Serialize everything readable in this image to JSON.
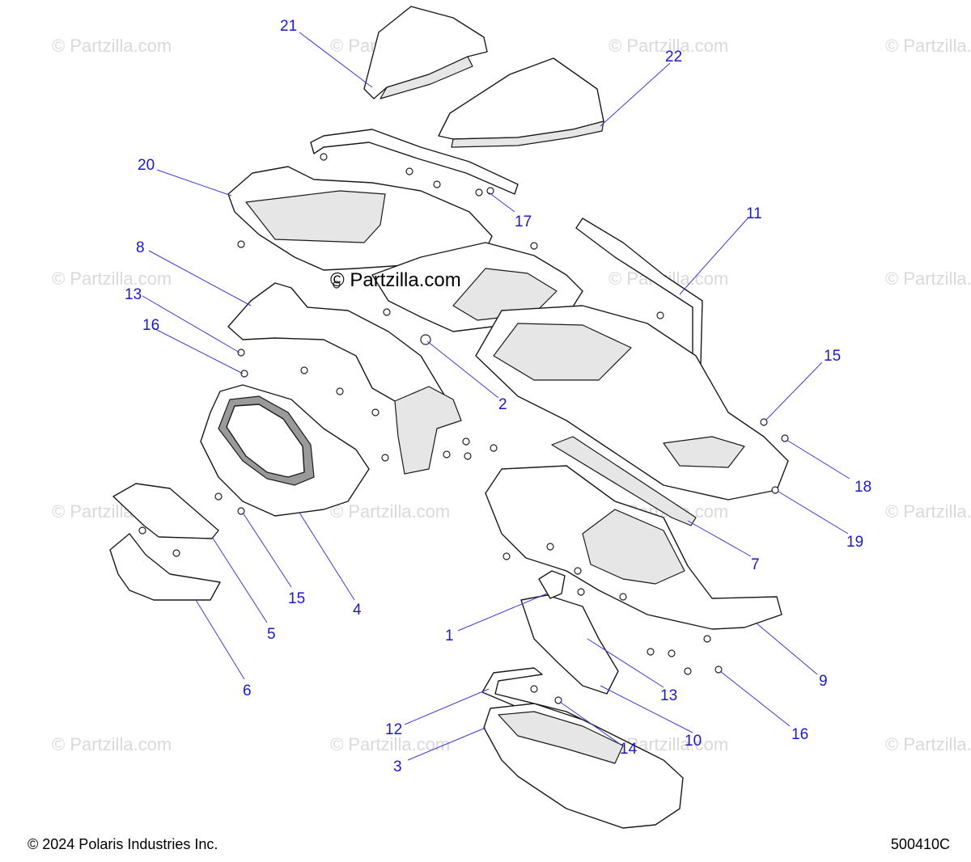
{
  "watermark": {
    "text": "© Partzilla.com",
    "center_text": "© Partzilla.com"
  },
  "callouts": [
    {
      "label": "21"
    },
    {
      "label": "22"
    },
    {
      "label": "20"
    },
    {
      "label": "17"
    },
    {
      "label": "11"
    },
    {
      "label": "8"
    },
    {
      "label": "13"
    },
    {
      "label": "16"
    },
    {
      "label": "2"
    },
    {
      "label": "15"
    },
    {
      "label": "18"
    },
    {
      "label": "19"
    },
    {
      "label": "7"
    },
    {
      "label": "15"
    },
    {
      "label": "4"
    },
    {
      "label": "5"
    },
    {
      "label": "6"
    },
    {
      "label": "1"
    },
    {
      "label": "9"
    },
    {
      "label": "13"
    },
    {
      "label": "10"
    },
    {
      "label": "12"
    },
    {
      "label": "14"
    },
    {
      "label": "3"
    },
    {
      "label": "16"
    }
  ],
  "footer": {
    "copyright": "© 2024 Polaris Industries Inc.",
    "diagram_id": "500410C"
  }
}
